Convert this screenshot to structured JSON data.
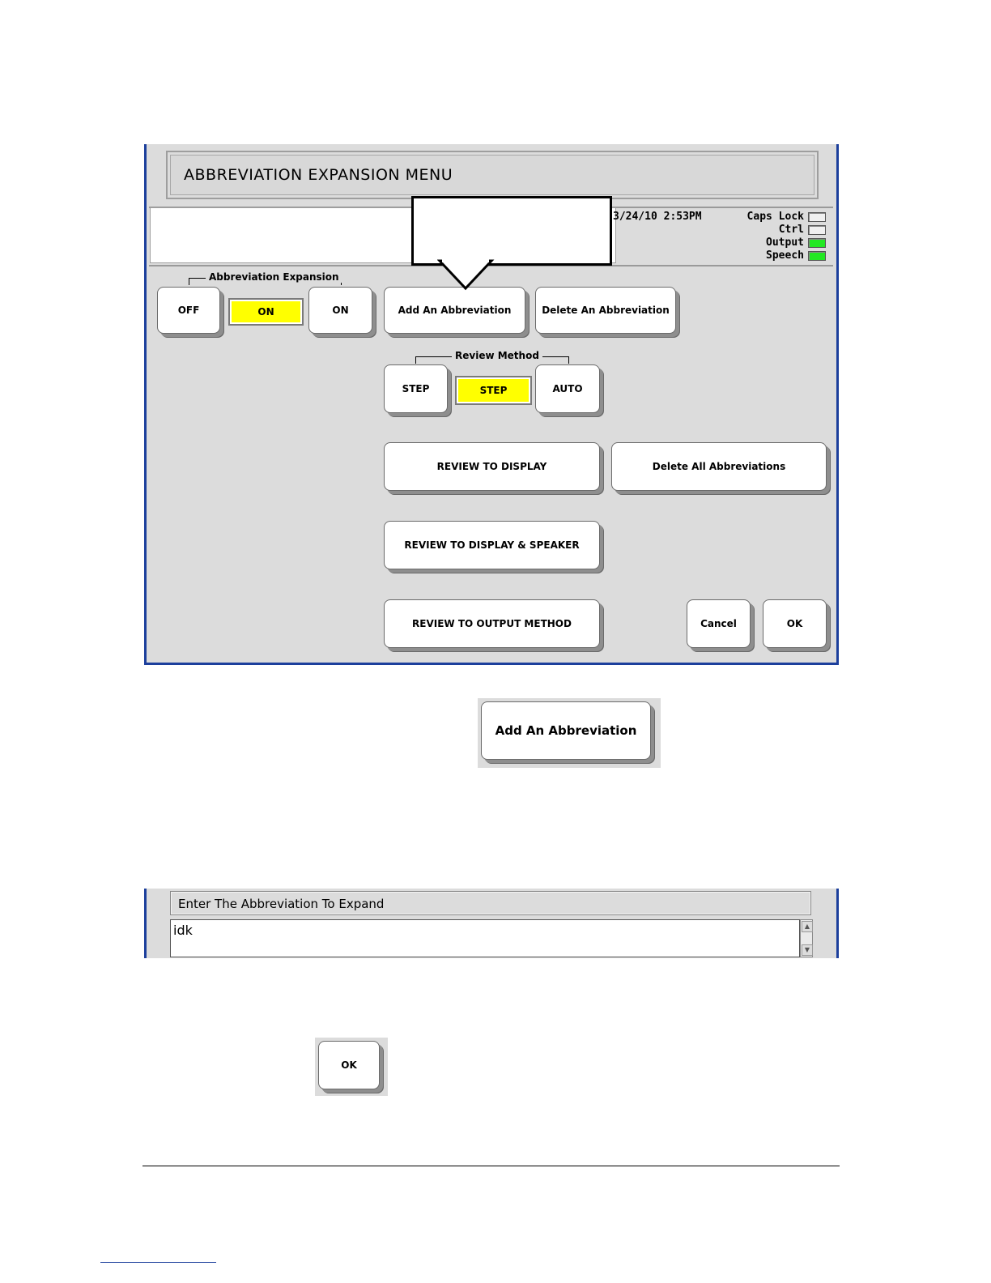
{
  "window": {
    "title": "ABBREVIATION EXPANSION MENU",
    "datetime": "3/24/10 2:53PM",
    "indicators": [
      {
        "label": "Caps Lock",
        "state": "off"
      },
      {
        "label": "Ctrl",
        "state": "off"
      },
      {
        "label": "Output",
        "state": "on"
      },
      {
        "label": "Speech",
        "state": "on"
      }
    ],
    "colors": {
      "indicator_on": "#22e822",
      "selected": "#ffff00",
      "border": "#1c3f9c"
    }
  },
  "abbrev_expansion": {
    "label": "Abbreviation Expansion",
    "off_button": "OFF",
    "current": "ON",
    "on_button": "ON"
  },
  "actions": {
    "add": "Add An Abbreviation",
    "delete": "Delete An Abbreviation",
    "delete_all": "Delete All Abbreviations",
    "review_display": "REVIEW TO DISPLAY",
    "review_display_speaker": "REVIEW TO DISPLAY & SPEAKER",
    "review_output": "REVIEW TO OUTPUT METHOD",
    "cancel": "Cancel",
    "ok": "OK"
  },
  "review_method": {
    "label": "Review Method",
    "step_button": "STEP",
    "current": "STEP",
    "auto_button": "AUTO"
  },
  "add_button_zoom": {
    "label": "Add An Abbreviation"
  },
  "entry": {
    "prompt": "Enter The Abbreviation To Expand",
    "value": "idk"
  },
  "ok_zoom": {
    "label": "OK"
  }
}
